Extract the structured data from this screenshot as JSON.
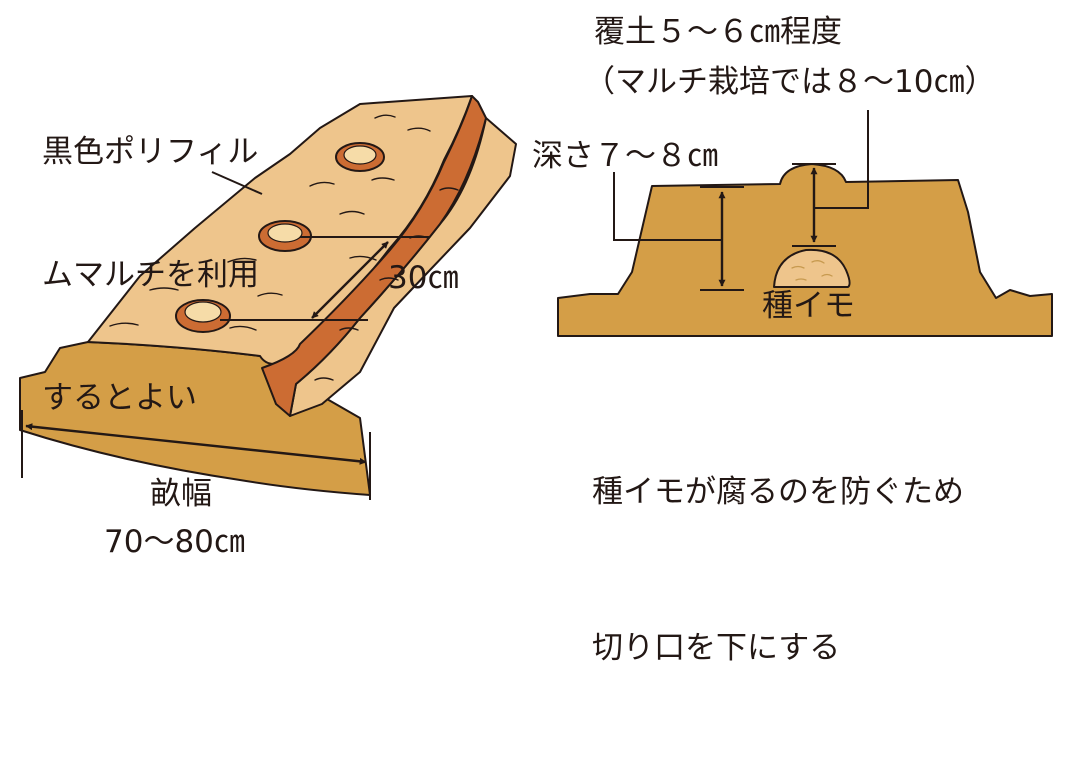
{
  "left_figure": {
    "mulch_note_lines": [
      "黒色ポリフィル",
      "ムマルチを利用",
      "するとよい"
    ],
    "spacing_label": "30㎝",
    "ridge_width_label": "畝幅",
    "ridge_width_value": "70〜80㎝"
  },
  "right_figure": {
    "cover_soil_label": "覆土５〜６㎝程度",
    "cover_soil_mulch_note": "（マルチ栽培では８〜10㎝）",
    "depth_label": "深さ７〜８㎝",
    "seed_potato_label": "種イモ",
    "cut_side_note_lines": [
      "種イモが腐るのを防ぐため",
      "切り口を下にする"
    ]
  },
  "colors": {
    "soil": "#d49e47",
    "mulch": "#eec58c",
    "furrow": "#cc6c33",
    "outline": "#231815"
  }
}
